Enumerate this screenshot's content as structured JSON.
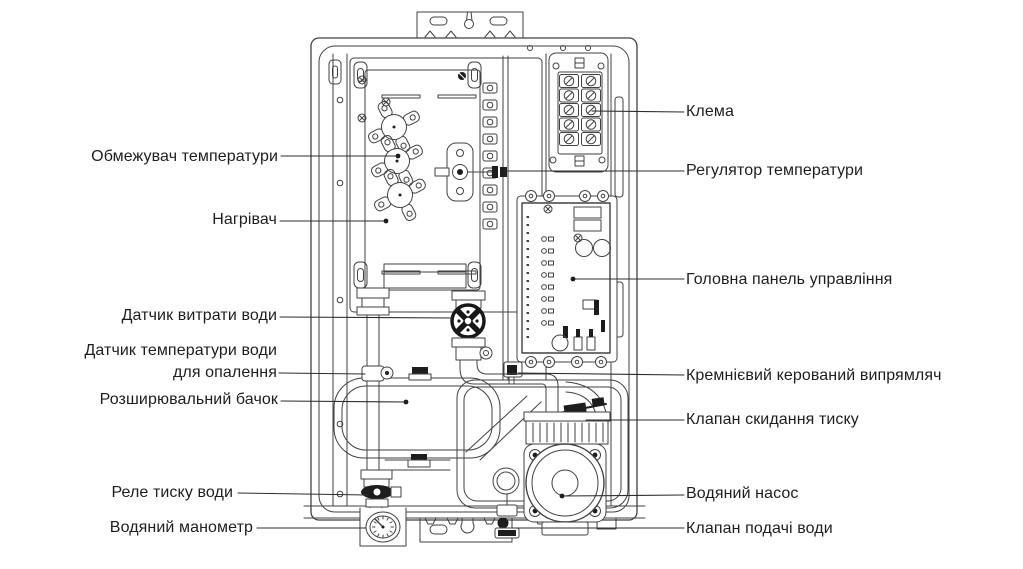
{
  "figure": {
    "type": "technical-diagram",
    "subject": "electric boiler internal components",
    "language": "Ukrainian"
  },
  "callouts": {
    "left": [
      {
        "text": "Обмежувач температури"
      },
      {
        "text": "Нагрівач"
      },
      {
        "text": "Датчик витрати води"
      },
      {
        "text": "Датчик температури води\nдля опалення"
      },
      {
        "text": "Розширювальний бачок"
      },
      {
        "text": "Реле тиску води"
      },
      {
        "text": "Водяний манометр"
      }
    ],
    "right": [
      {
        "text": "Клема"
      },
      {
        "text": "Регулятор температури"
      },
      {
        "text": "Головна панель управління"
      },
      {
        "text": "Кремнієвий керований випрямляч"
      },
      {
        "text": "Клапан скидання тиску"
      },
      {
        "text": "Водяний насос"
      },
      {
        "text": "Клапан подачі води"
      }
    ]
  },
  "colors": {
    "background": "#ffffff",
    "line": "#424242",
    "dark_fill": "#1d1d1d",
    "text": "#1e1e1e"
  }
}
